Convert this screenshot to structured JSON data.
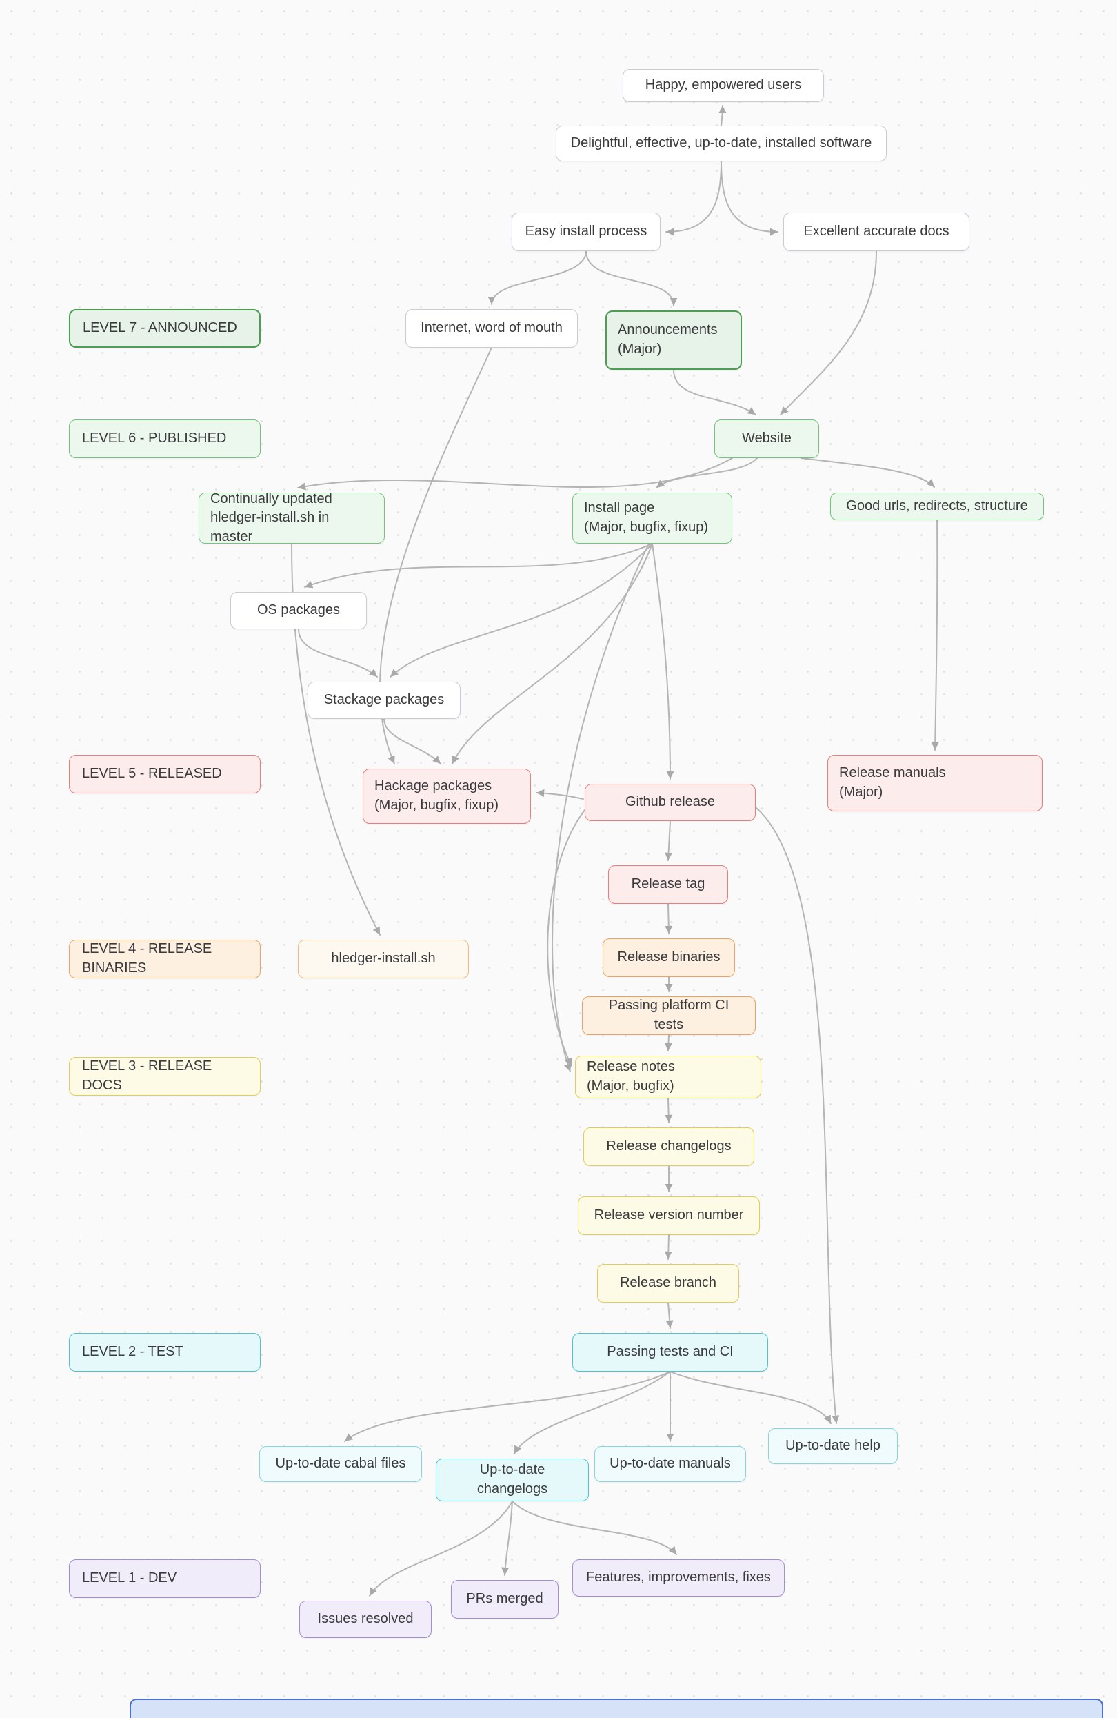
{
  "levels": {
    "l7": "LEVEL 7 - ANNOUNCED",
    "l6": "LEVEL 6 - PUBLISHED",
    "l5": "LEVEL 5 - RELEASED",
    "l4": "LEVEL 4 - RELEASE BINARIES",
    "l3": "LEVEL 3 - RELEASE DOCS",
    "l2": "LEVEL 2 - TEST",
    "l1": "LEVEL 1 - DEV"
  },
  "nodes": {
    "happy_users": "Happy, empowered users",
    "delightful_software": "Delightful, effective, up-to-date, installed software",
    "easy_install": "Easy install process",
    "excellent_docs": "Excellent accurate docs",
    "internet_wom": "Internet, word of mouth",
    "announcements": "Announcements\n(Major)",
    "website": "Website",
    "continually_updated": "Continually updated\nhledger-install.sh in master",
    "install_page": "Install page\n(Major, bugfix, fixup)",
    "good_urls": "Good urls, redirects, structure",
    "os_packages": "OS packages",
    "stackage_packages": "Stackage packages",
    "hackage_packages": "Hackage packages\n(Major, bugfix, fixup)",
    "github_release": "Github release",
    "release_manuals": "Release manuals\n(Major)",
    "release_tag": "Release tag",
    "hledger_install_sh": "hledger-install.sh",
    "release_binaries": "Release binaries",
    "passing_platform_ci": "Passing platform CI tests",
    "release_notes": "Release notes\n(Major, bugfix)",
    "release_changelogs": "Release changelogs",
    "release_version_number": "Release version number",
    "release_branch": "Release branch",
    "passing_tests_ci": "Passing tests and CI",
    "cabal_files": "Up-to-date cabal files",
    "utd_changelogs": "Up-to-date changelogs",
    "utd_manuals": "Up-to-date manuals",
    "utd_help": "Up-to-date help",
    "features_fixes": "Features, improvements, fixes",
    "prs_merged": "PRs merged",
    "issues_resolved": "Issues resolved"
  },
  "colors": {
    "arrow": "#b5b5b5",
    "gray_border": "#c9cdd2",
    "green_dark": "#4c9e52",
    "green": "#74c37a",
    "red": "#e87e7e",
    "orange": "#f0a35c",
    "yellow": "#e2cd55",
    "cyan": "#4cc4d1",
    "purple": "#a48bd4",
    "blue": "#4c6fd2"
  }
}
